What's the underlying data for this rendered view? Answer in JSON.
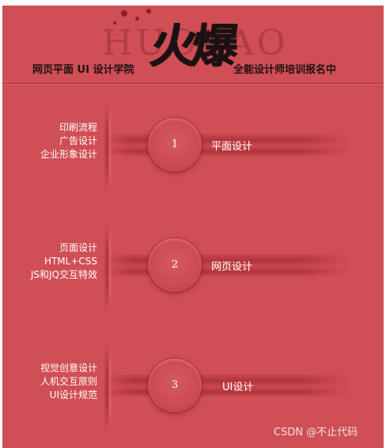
{
  "header": {
    "brand_watermark": "HUOBAO",
    "brand_brush": "火爆",
    "slogan_left": "网页平面 UI 设计学院",
    "slogan_right": "全能设计师培训报名中"
  },
  "rows": [
    {
      "number": "1",
      "title": "平面设计",
      "items": [
        "印刷流程",
        "广告设计",
        "企业形象设计"
      ]
    },
    {
      "number": "2",
      "title": "网页设计",
      "items": [
        "页面设计",
        "HTML+CSS",
        "JS和JQ交互特效"
      ]
    },
    {
      "number": "3",
      "title": "UI设计",
      "items": [
        "视觉创意设计",
        "人机交互原则",
        "UI设计规范"
      ]
    }
  ],
  "footer": {
    "watermark": "CSDN @不止代码"
  }
}
